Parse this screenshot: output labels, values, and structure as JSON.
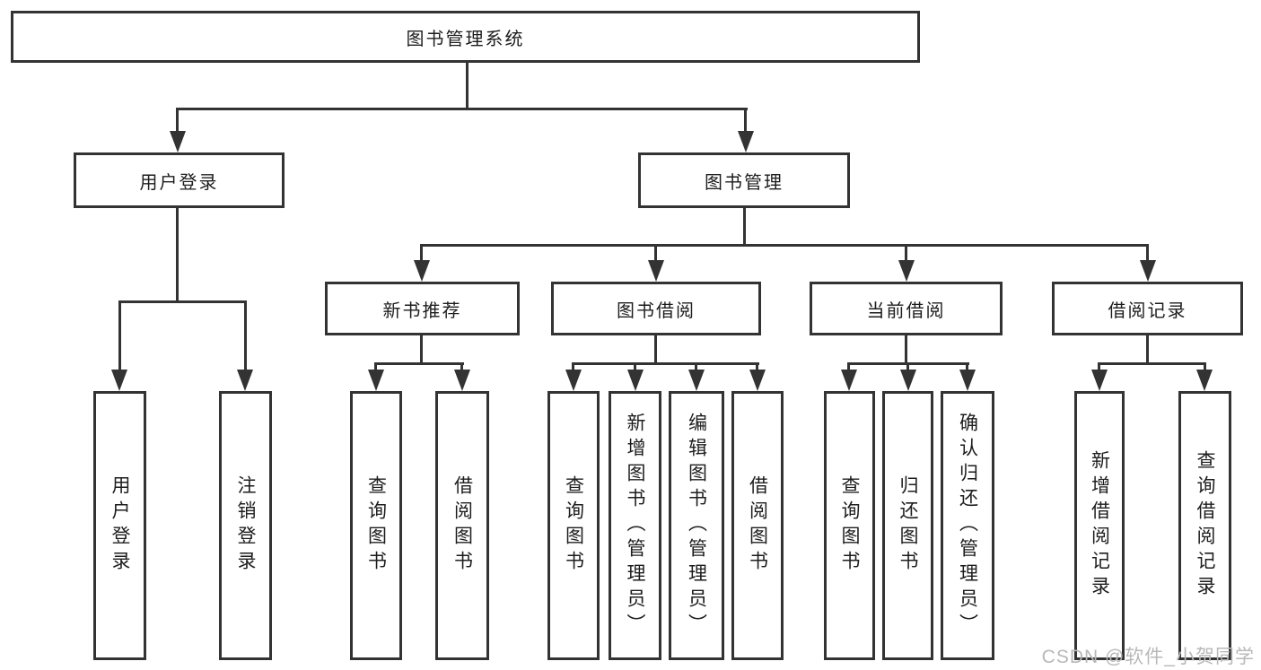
{
  "diagram": {
    "type": "hierarchy-tree",
    "root": {
      "label": "图书管理系统"
    },
    "branches": [
      {
        "label": "用户登录",
        "children": [
          {
            "label": "用户登录"
          },
          {
            "label": "注销登录"
          }
        ]
      },
      {
        "label": "图书管理",
        "children": [
          {
            "label": "新书推荐",
            "children": [
              {
                "label": "查询图书"
              },
              {
                "label": "借阅图书"
              }
            ]
          },
          {
            "label": "图书借阅",
            "children": [
              {
                "label": "查询图书"
              },
              {
                "label": "新增图书（管理员）"
              },
              {
                "label": "编辑图书（管理员）"
              },
              {
                "label": "借阅图书"
              }
            ]
          },
          {
            "label": "当前借阅",
            "children": [
              {
                "label": "查询图书"
              },
              {
                "label": "归还图书"
              },
              {
                "label": "确认归还（管理员）"
              }
            ]
          },
          {
            "label": "借阅记录",
            "children": [
              {
                "label": "新增借阅记录"
              },
              {
                "label": "查询借阅记录"
              }
            ]
          }
        ]
      }
    ]
  },
  "watermark": {
    "text": "CSDN @软件_小贺同学"
  },
  "colors": {
    "line": "#333333",
    "text": "#1d1d1f",
    "watermark": "#b8b8ba",
    "background": "#ffffff"
  }
}
